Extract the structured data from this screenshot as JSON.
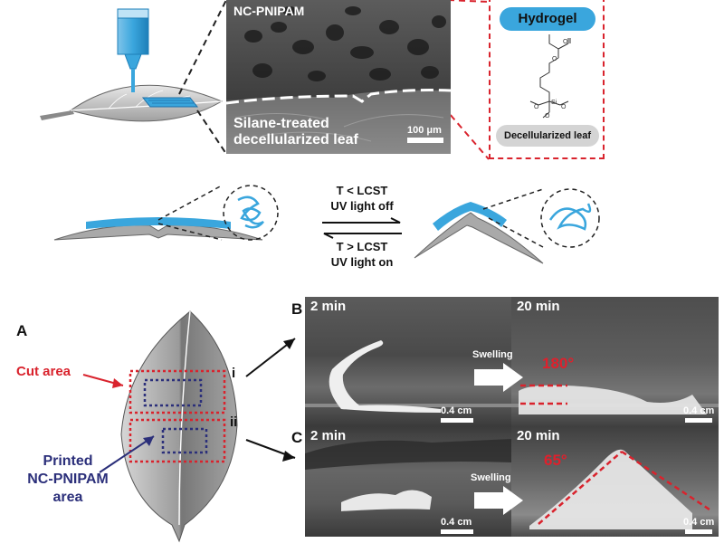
{
  "sem": {
    "title": "NC-PNIPAM",
    "interface_label_line1": "Silane-treated",
    "interface_label_line2": "decellularized leaf",
    "scale": "100 μm"
  },
  "chem": {
    "top_label": "Hydrogel",
    "bottom_label": "Decellularized leaf"
  },
  "transition": {
    "top_line1": "T < LCST",
    "top_line2": "UV light off",
    "bottom_line1": "T > LCST",
    "bottom_line2": "UV light on"
  },
  "panel_a": {
    "letter": "A",
    "cut_area": "Cut area",
    "printed_line1": "Printed",
    "printed_line2": "NC-PNIPAM",
    "printed_line3": "area",
    "marker_i": "i",
    "marker_ii": "ii"
  },
  "panel_b": {
    "letter": "B",
    "time_left": "2 min",
    "time_right": "20 min",
    "arrow_label": "Swelling",
    "angle": "180°",
    "scale_left": "0.4 cm",
    "scale_right": "0.4 cm"
  },
  "panel_c": {
    "letter": "C",
    "time_left": "2 min",
    "time_right": "20 min",
    "arrow_label": "Swelling",
    "angle": "65°",
    "scale_left": "0.4 cm",
    "scale_right": "0.4 cm"
  },
  "colors": {
    "hydrogel_blue": "#3aa6dd",
    "red": "#d9232d",
    "navy": "#2b2f7a",
    "leaf_gray": "#9e9e9e"
  }
}
